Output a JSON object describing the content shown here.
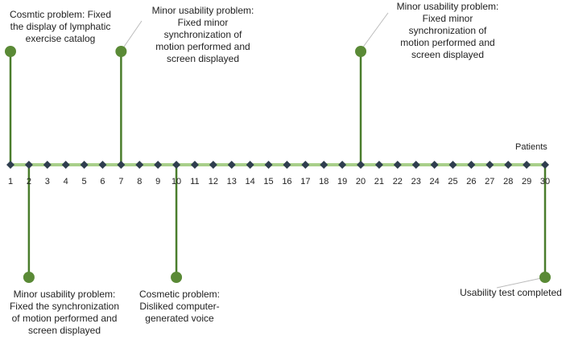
{
  "axis_label": "Patients",
  "patients": [
    1,
    2,
    3,
    4,
    5,
    6,
    7,
    8,
    9,
    10,
    11,
    12,
    13,
    14,
    15,
    16,
    17,
    18,
    19,
    20,
    21,
    22,
    23,
    24,
    25,
    26,
    27,
    28,
    29,
    30
  ],
  "colors": {
    "line": "#a8cf8a",
    "marker": "#2f3e4f",
    "stem": "#4a7d2c",
    "event_dot": "#5a8a36",
    "callout": "#bbbbbb"
  },
  "events": [
    {
      "patient": 1,
      "side": "top",
      "text": "Cosmtic problem: Fixed\nthe display of lymphatic\nexercise catalog"
    },
    {
      "patient": 2,
      "side": "bottom",
      "text": "Minor usability problem:\nFixed the synchronization\nof motion performed and\nscreen displayed"
    },
    {
      "patient": 7,
      "side": "top",
      "text": "Minor usability problem:\nFixed minor\nsynchronization of\nmotion performed and\nscreen displayed"
    },
    {
      "patient": 10,
      "side": "bottom",
      "text": "Cosmetic problem:\nDisliked computer-\ngenerated voice"
    },
    {
      "patient": 20,
      "side": "top",
      "text": "Minor usability problem:\nFixed minor\nsynchronization of\nmotion performed and\nscreen displayed"
    },
    {
      "patient": 30,
      "side": "bottom",
      "text": "Usability test completed"
    }
  ]
}
